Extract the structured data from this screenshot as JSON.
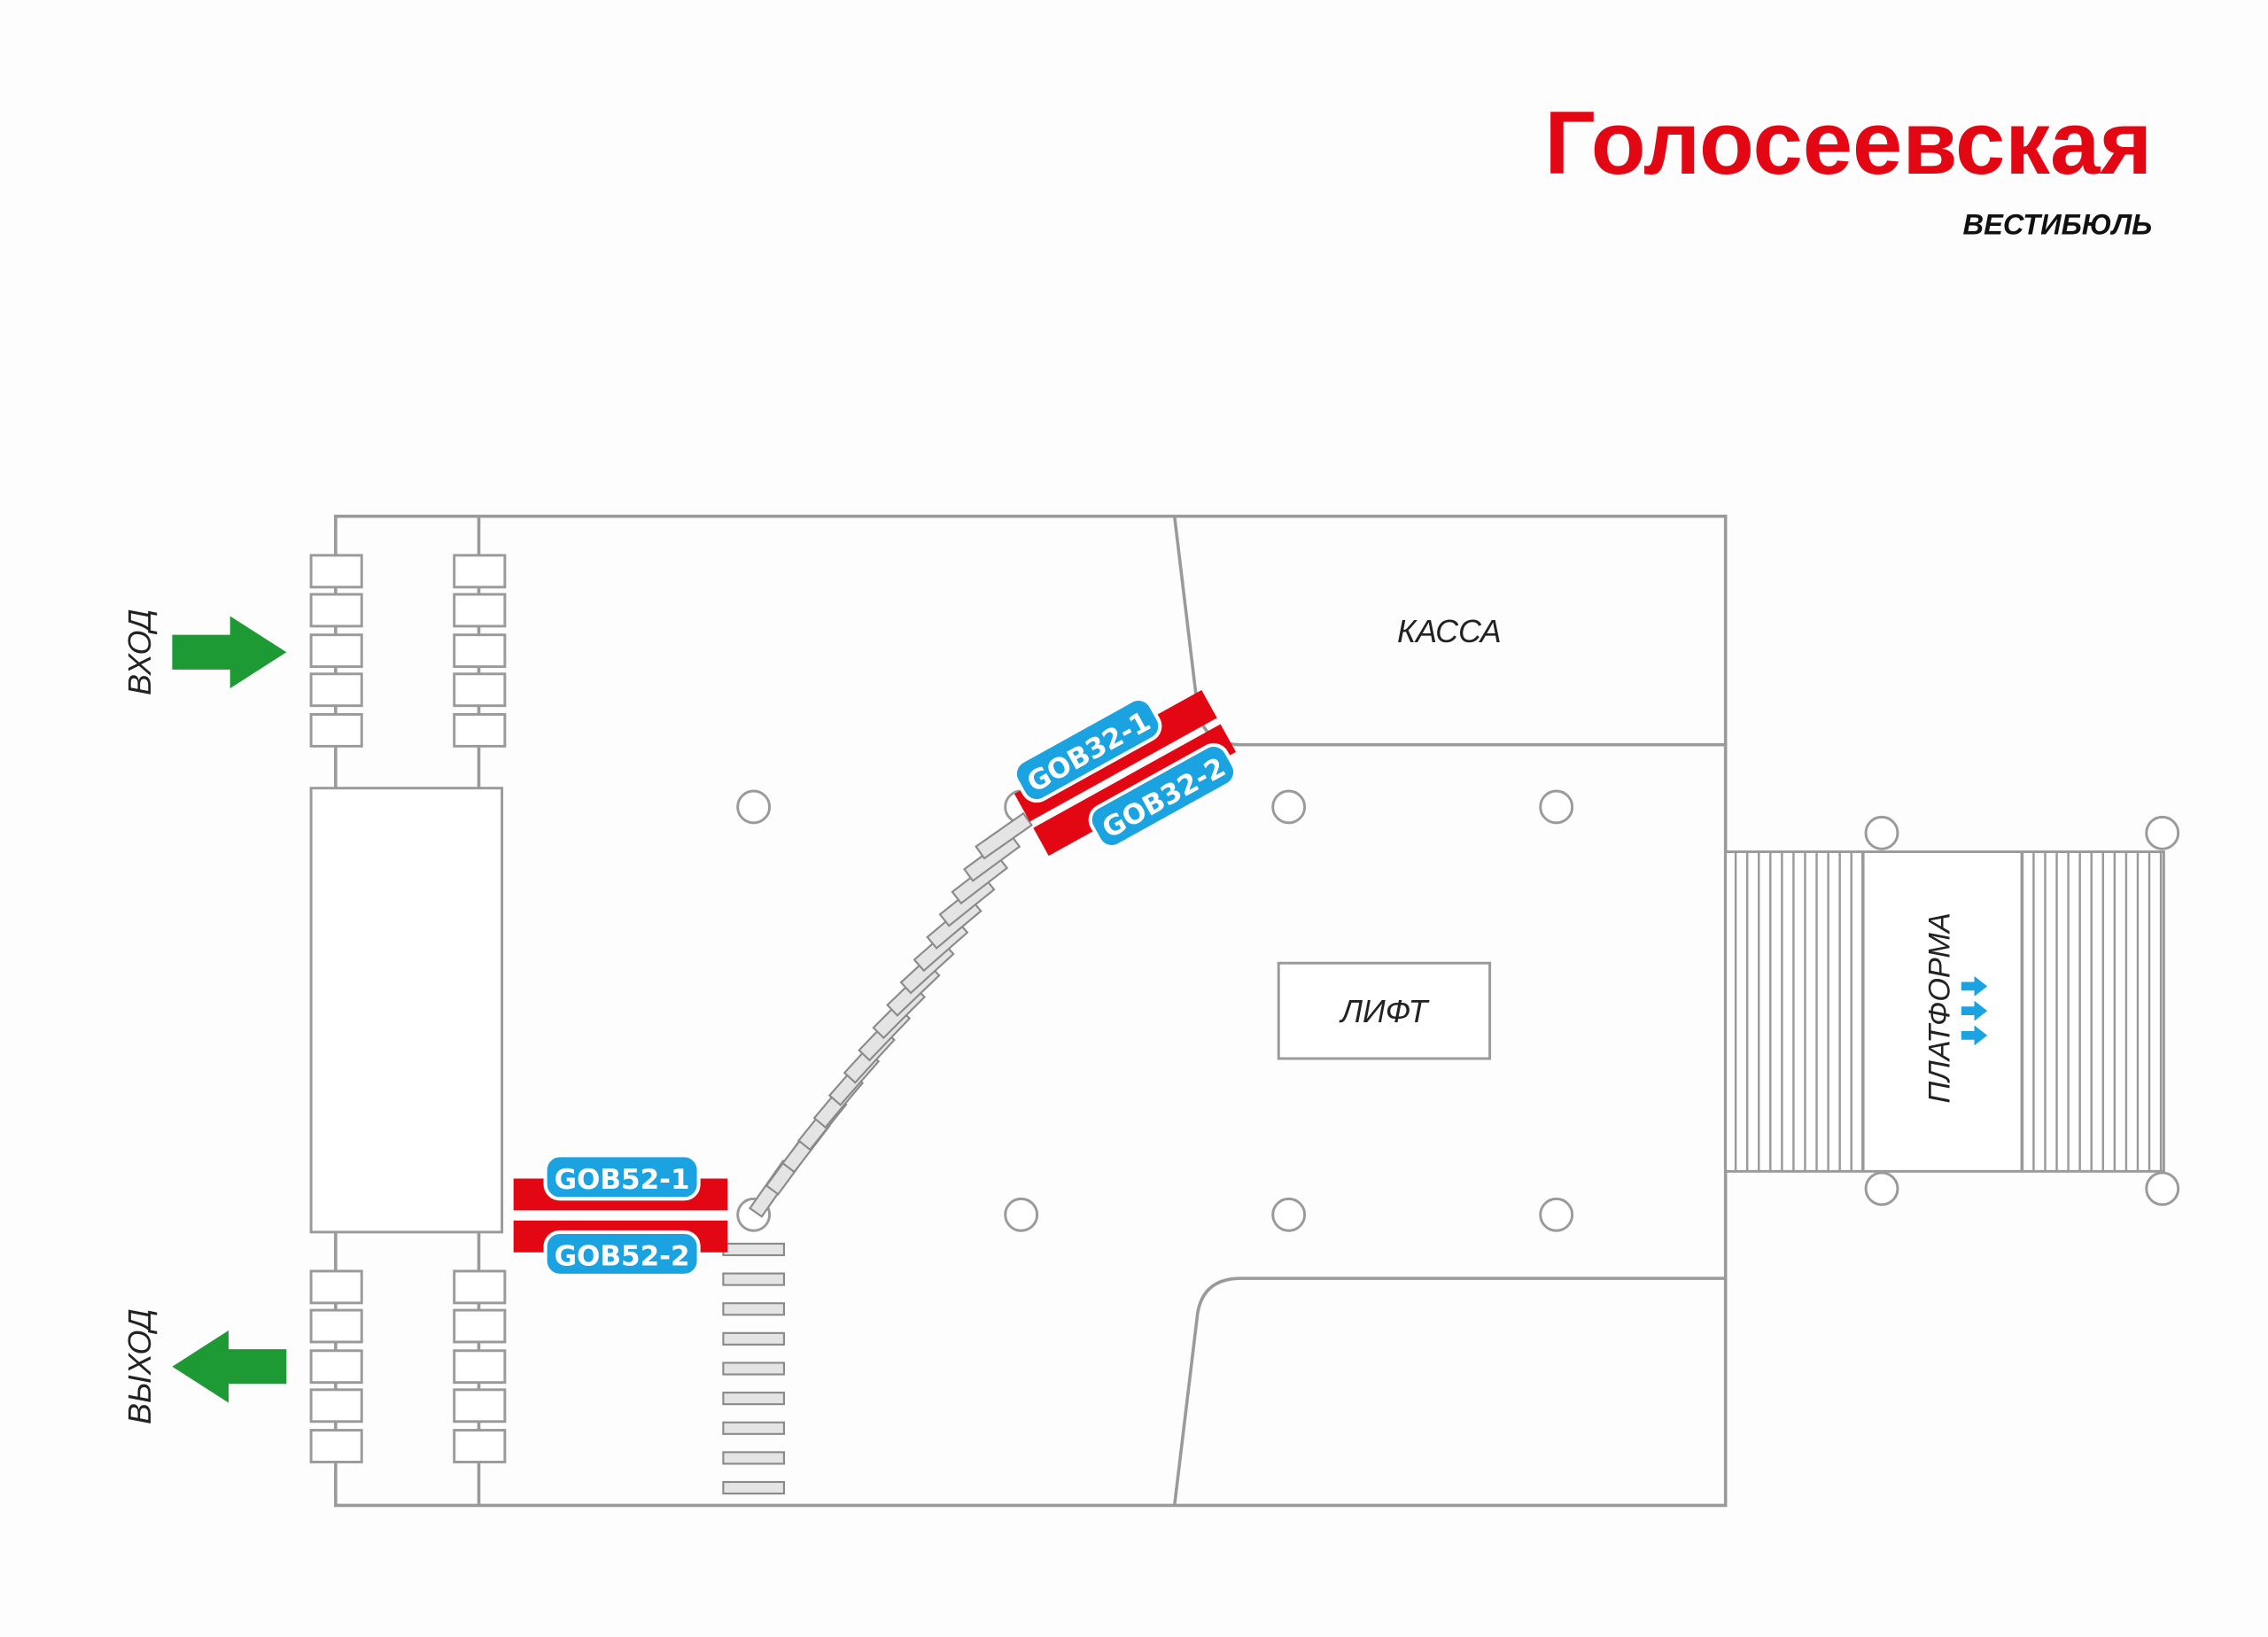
{
  "header": {
    "station_name": "Голосеевская",
    "subtitle": "ВЕСТИБЮЛЬ"
  },
  "labels": {
    "entrance": "ВХОД",
    "exit": "ВЫХОД",
    "ticket_office": "КАССА",
    "elevator": "ЛИФТ",
    "platform": "ПЛАТФОРМА"
  },
  "signs": {
    "gob32_1": "GOB32-1",
    "gob32_2": "GOB32-2",
    "gob52_1": "GOB52-1",
    "gob52_2": "GOB52-2"
  },
  "colors": {
    "title": "#e30613",
    "sign": "#1aa3e0",
    "sign_bar": "#e30613",
    "arrow": "#1e9a34"
  }
}
